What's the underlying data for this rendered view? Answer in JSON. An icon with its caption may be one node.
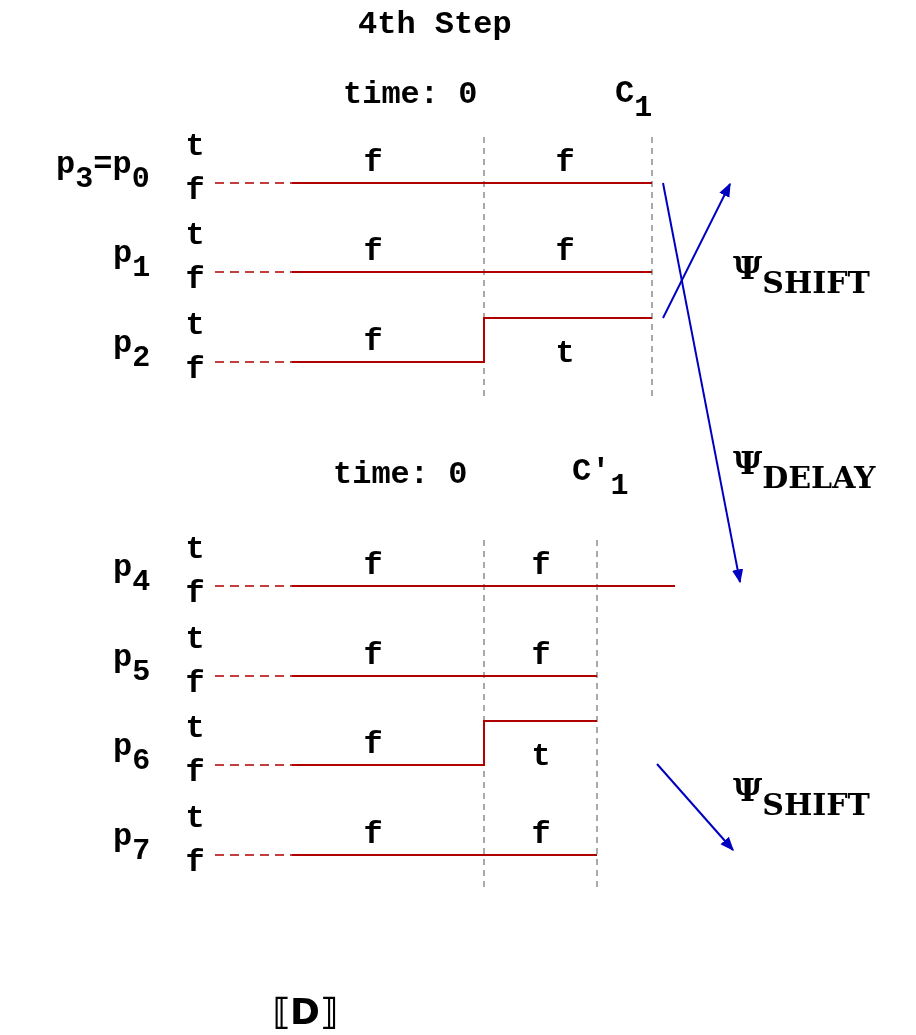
{
  "diagram": {
    "title": "4th Step",
    "caption": "⟦D⟧",
    "labels": [
      "time: 0",
      "C$_{1}$",
      "p$_{3}$=p$_{0}$",
      "t",
      "f",
      "f",
      "f",
      "p$_{1}$",
      "t",
      "f",
      "f",
      "f",
      "p$_{2}$",
      "t",
      "f",
      "f",
      "t",
      "Ψ$_{SHIFT}$",
      "Ψ$_{DELAY}$",
      "time: 0",
      "C′$_{1}$",
      "p$_{4}$",
      "t",
      "f",
      "f",
      "f",
      "p$_{5}$",
      "t",
      "f",
      "f",
      "f",
      "p$_{6}$",
      "t",
      "f",
      "f",
      "t",
      "Ψ$_{SHIFT}$",
      "p$_{7}$",
      "t",
      "f",
      "f",
      "f"
    ]
  }
}
